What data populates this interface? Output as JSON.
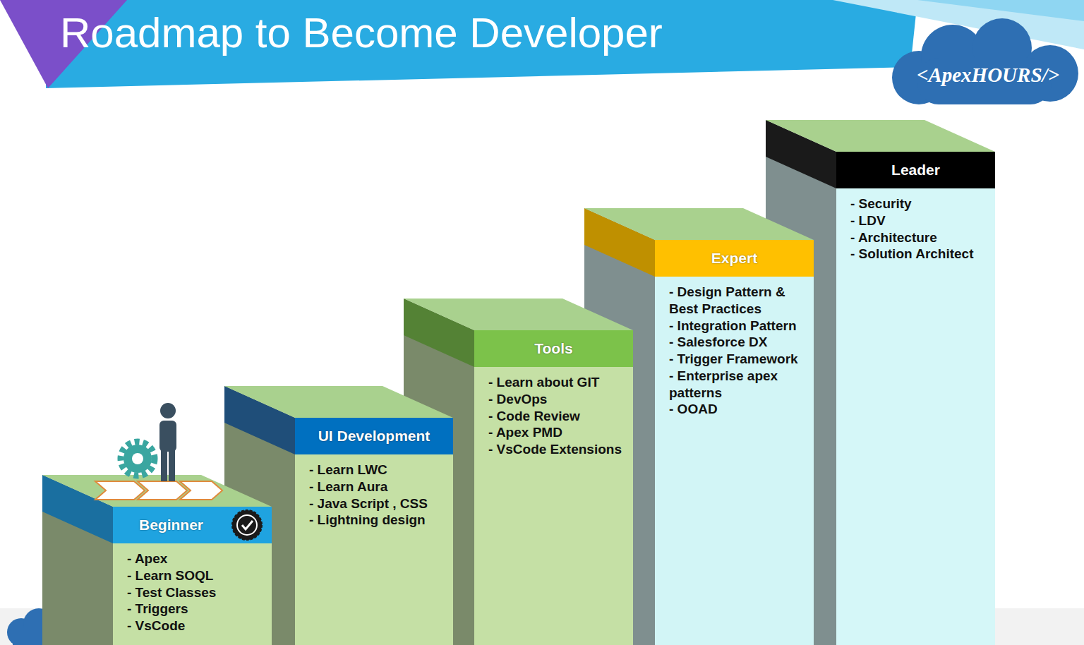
{
  "diagram": {
    "title": "Roadmap to Become Developer",
    "nodes": [
      {
        "text": [
          "Beginner",
          "- Apex",
          "- Learn SOQL",
          "- Test Classes",
          "- Triggers",
          "- VsCode"
        ]
      },
      {
        "text": [
          "UI Development",
          "- Learn LWC",
          "- Learn Aura",
          "- Java Script , CSS",
          "- Lightning design"
        ]
      },
      {
        "text": [
          "Tools",
          "- Learn about GIT",
          "- DevOps",
          "- Code Review",
          "- Apex PMD",
          "- VsCode Extensions"
        ]
      },
      {
        "text": [
          "Expert",
          "- Design Pattern & Best Practices",
          "- Integration Pattern",
          "- Salesforce DX",
          "- Trigger Framework",
          "- Enterprise apex patterns",
          "- OOAD"
        ]
      },
      {
        "text": [
          "Leader",
          "- Security",
          "- LDV",
          "- Architecture",
          "- Solution Architect"
        ]
      }
    ],
    "labels": [
      "<ApexHOURS/>"
    ]
  }
}
